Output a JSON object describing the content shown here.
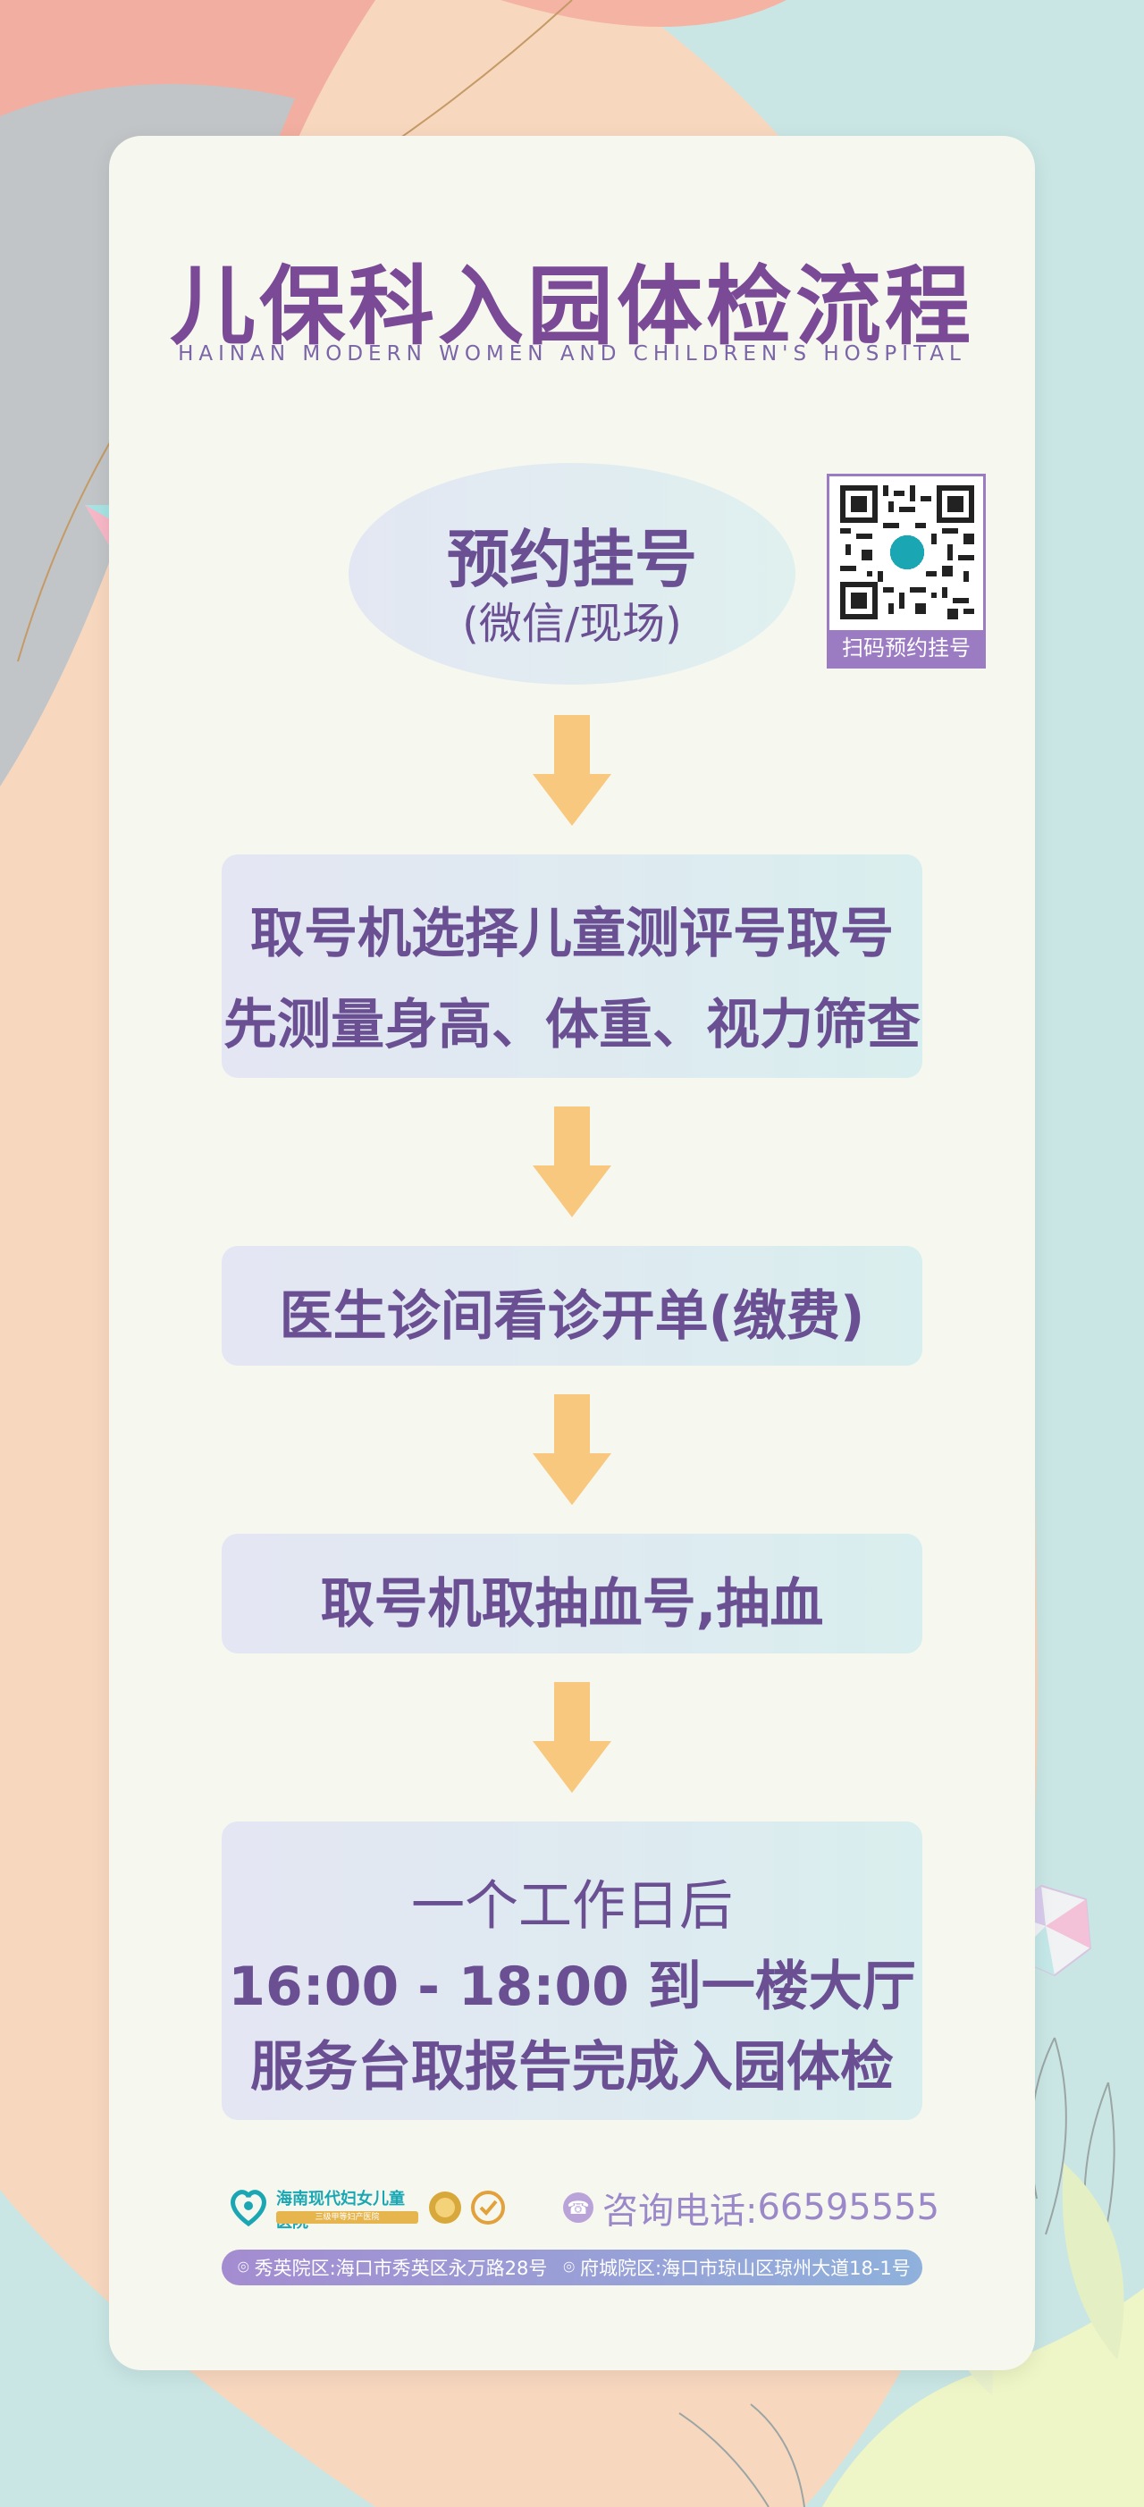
{
  "title": "儿保科入园体检流程",
  "subtitle": "HAINAN MODERN WOMEN AND CHILDREN'S HOSPITAL",
  "step1": {
    "line1": "预约挂号",
    "line2": "(微信/现场)"
  },
  "qr": {
    "label": "扫码预约挂号"
  },
  "step2": {
    "line1": "取号机选择儿童测评号取号",
    "line2": "先测量身高、体重、视力筛查"
  },
  "step3": {
    "line1": "医生诊间看诊开单(缴费)"
  },
  "step4": {
    "line1": "取号机取抽血号,抽血"
  },
  "step5": {
    "line1": "一个工作日后",
    "line2": "16:00 - 18:00 到一楼大厅",
    "line3": "服务台取报告完成入园体检"
  },
  "footer": {
    "hospital_name": "海南现代妇女儿童医院",
    "hospital_tag": "三级甲等妇产医院",
    "phone_label": "咨询电话:",
    "phone_number": "66595555",
    "address1": "秀英院区:海口市秀英区永万路28号",
    "address2": "府城院区:海口市琼山区琼州大道18-1号"
  },
  "colors": {
    "title": "#7a4a97",
    "arrow": "#f8c87f",
    "accent": "#9b7bc2"
  }
}
